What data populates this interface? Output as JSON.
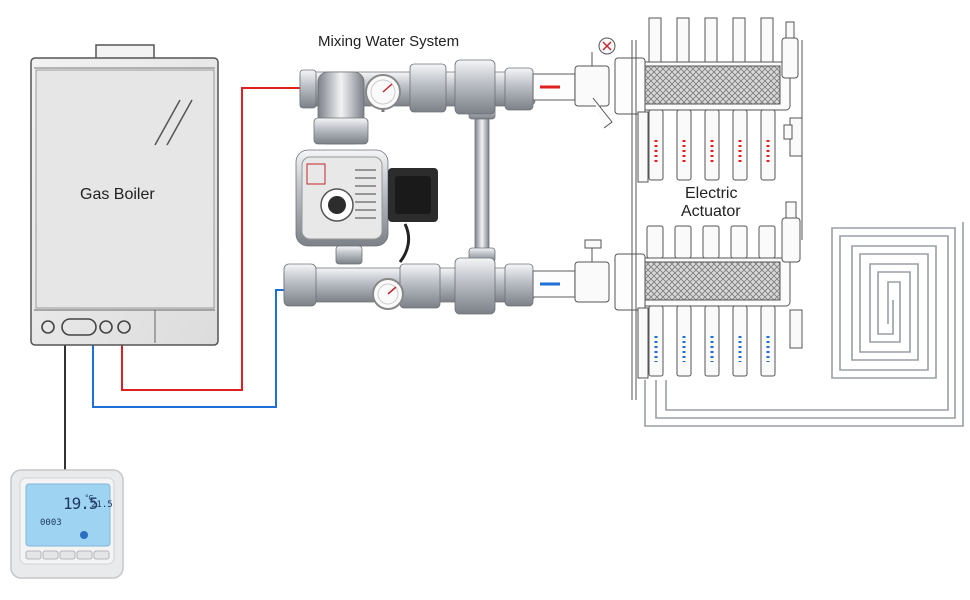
{
  "labels": {
    "mixing": "Mixing Water System",
    "boiler": "Gas Boiler",
    "actuator_line1": "Electric",
    "actuator_line2": "Actuator"
  },
  "thermostat": {
    "main": "19.5",
    "superscript": "°C",
    "side": "21.5",
    "clock": "0003"
  },
  "colors": {
    "supply_pipe": "#e02020",
    "return_pipe": "#1f6fd8",
    "signal_wire": "#333333",
    "lcd": "#9fd3f2",
    "chrome": "#c9ccd1"
  },
  "icons": [
    "gas-boiler-icon",
    "thermostat-icon",
    "pump-icon",
    "gauge-icon",
    "valve-icon",
    "manifold-icon",
    "floor-loop-icon"
  ]
}
